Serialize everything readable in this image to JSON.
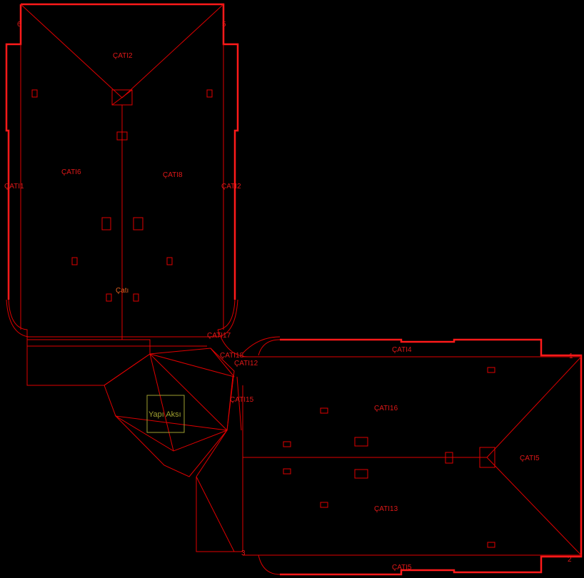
{
  "drawing": {
    "roof_labels": {
      "cati2_top": "ÇATI2",
      "cati6": "ÇATI6",
      "cati8": "ÇATI8",
      "cati1": "ÇATI1",
      "cati2_right": "ÇATI2",
      "cati_center": "Çatı",
      "cati17": "ÇATI17",
      "cati18": "ÇATI18",
      "cati12": "ÇATI12",
      "cati15": "ÇATI15",
      "cati4": "ÇATI4",
      "cati16": "ÇATI16",
      "cati5_right": "ÇATI5",
      "cati13": "ÇATI13",
      "cati5_bottom": "ÇATI5"
    },
    "axis_label": "Yapı Aksı",
    "point_numbers": {
      "p6": "6",
      "p5": "5",
      "p1": "1",
      "p2": "2",
      "p3": "3"
    },
    "colors": {
      "lines": "#e00000",
      "axis_box": "#a0a030",
      "background": "#000000"
    }
  }
}
